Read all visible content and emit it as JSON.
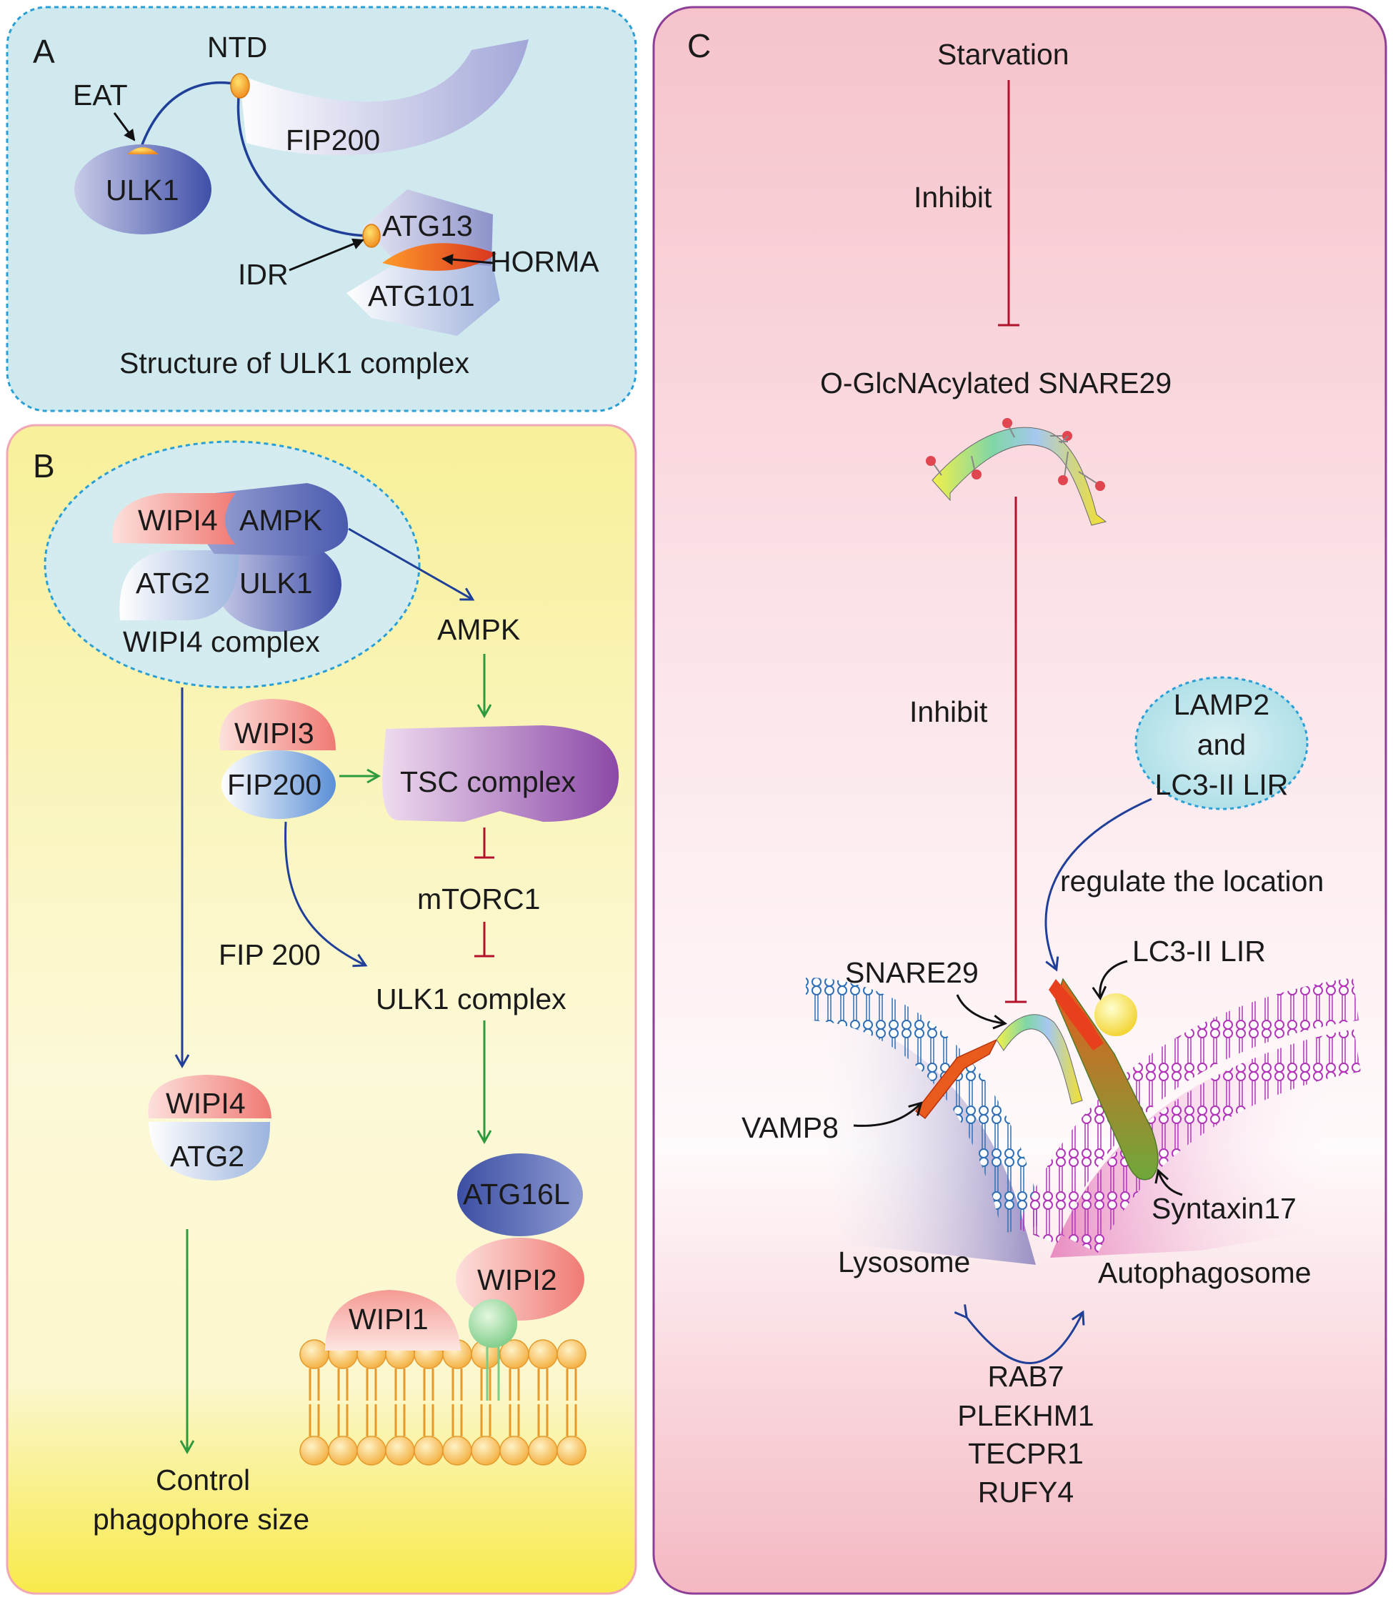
{
  "panel_a": {
    "letter": "A",
    "title": "Structure of ULK1 complex",
    "labels": {
      "ntd": "NTD",
      "eat": "EAT",
      "ulk1": "ULK1",
      "fip200": "FIP200",
      "atg13": "ATG13",
      "idr": "IDR",
      "horma": "HORMA",
      "atg101": "ATG101"
    }
  },
  "panel_b": {
    "letter": "B",
    "wipi4_complex": {
      "wipi4": "WIPI4",
      "ampk": "AMPK",
      "atg2": "ATG2",
      "ulk1": "ULK1",
      "caption": "WIPI4 complex"
    },
    "ampk": "AMPK",
    "wipi3": "WIPI3",
    "fip200": "FIP200",
    "tsc_complex": "TSC complex",
    "mtorc1": "mTORC1",
    "fip_200": "FIP 200",
    "ulk1_complex": "ULK1 complex",
    "wipi4": "WIPI4",
    "atg2": "ATG2",
    "atg16l": "ATG16L",
    "wipi2": "WIPI2",
    "wipi1": "WIPI1",
    "control_line1": "Control",
    "control_line2": "phagophore size"
  },
  "panel_c": {
    "letter": "C",
    "starvation": "Starvation",
    "inhibit_1": "Inhibit",
    "o_glcnac": "O-GlcNAcylated SNARE29",
    "inhibit_2": "Inhibit",
    "lamp2_line1": "LAMP2",
    "lamp2_line2": "and",
    "lamp2_line3": "LC3-II LIR",
    "regulate": "regulate the location",
    "lc3_lir": "LC3-II LIR",
    "snare29": "SNARE29",
    "vamp8": "VAMP8",
    "syntaxin17": "Syntaxin17",
    "lysosome": "Lysosome",
    "autophagosome": "Autophagosome",
    "factors": [
      "RAB7",
      "PLEKHM1",
      "TECPR1",
      "RUFY4"
    ]
  },
  "colors": {
    "panel_a_bg": "#cfe9ef",
    "panel_b_bg": "#f8f09a",
    "panel_c_bg": "#f6c9cf",
    "activation_arrow": "#2e9a3e",
    "inhibition_bar": "#b3122a",
    "blue_arrow": "#1f3f99"
  }
}
